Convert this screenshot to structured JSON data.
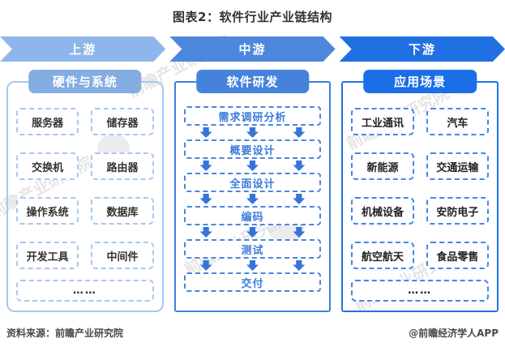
{
  "title": "图表2：软件行业产业链结构",
  "banner": {
    "stages": [
      "上游",
      "中游",
      "下游"
    ]
  },
  "columns": {
    "upstream": {
      "header": "硬件与系统",
      "items": [
        "服务器",
        "储存器",
        "交换机",
        "路由器",
        "操作系统",
        "数据库",
        "开发工具",
        "中间件"
      ],
      "more": "……"
    },
    "midstream": {
      "header": "软件研发",
      "steps": [
        "需求调研分析",
        "概要设计",
        "全面设计",
        "编码",
        "测试",
        "交付"
      ]
    },
    "downstream": {
      "header": "应用场景",
      "items": [
        "工业通讯",
        "汽车",
        "新能源",
        "交通运输",
        "机械设备",
        "安防电子",
        "航空航天",
        "食品零售"
      ],
      "more": "……"
    }
  },
  "footer": {
    "source": "资料来源：前瞻产业研究院",
    "credit": "@前瞻经济学人APP"
  },
  "watermark": {
    "text": "前瞻产业研究院"
  },
  "colors": {
    "stage_upstream": "#8FB6EA",
    "stage_midstream": "#4D87DC",
    "stage_downstream": "#2170E2",
    "header_upstream": "#84ADE2",
    "header_midstream": "#4583DB",
    "header_downstream": "#1B6FE6",
    "flow_accent": "#3A7BDB",
    "text_dark": "#333333",
    "footer_text": "#4a4a4a"
  }
}
